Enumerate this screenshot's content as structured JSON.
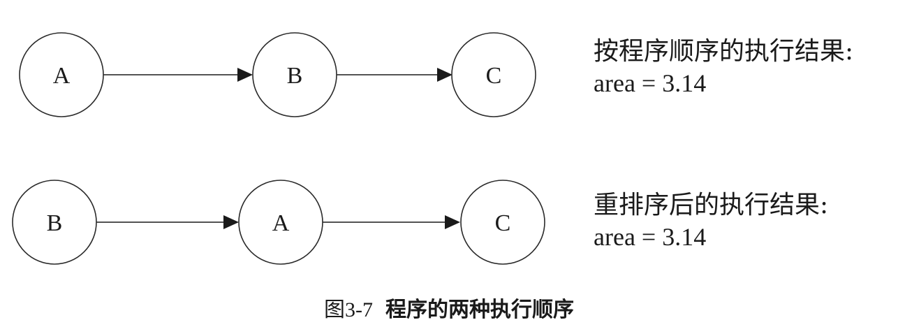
{
  "diagram": {
    "rows": [
      {
        "nodes": [
          "A",
          "B",
          "C"
        ],
        "result_heading": "按程序顺序的执行结果:",
        "result_value": "area = 3.14"
      },
      {
        "nodes": [
          "B",
          "A",
          "C"
        ],
        "result_heading": "重排序后的执行结果:",
        "result_value": "area = 3.14"
      }
    ]
  },
  "caption": {
    "figure_number": "图3-7",
    "title": "程序的两种执行顺序"
  }
}
